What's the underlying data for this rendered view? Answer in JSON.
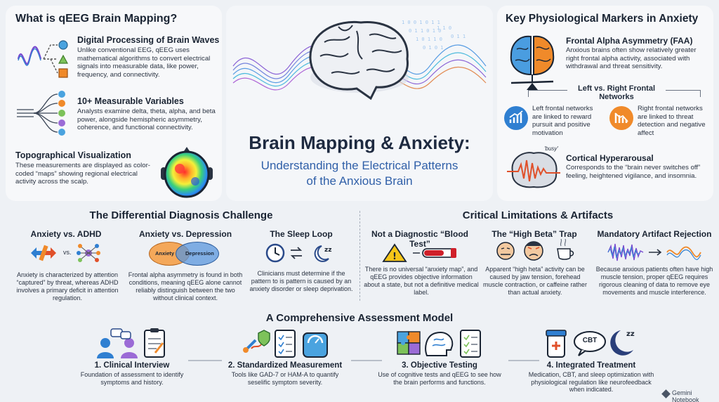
{
  "left_panel": {
    "title": "What is qEEG Brain Mapping?",
    "items": [
      {
        "title": "Digital Processing of Brain Waves",
        "desc": "Unlike conventional EEG, qEEG uses mathematical algorithms to convert electrical signals into measurable data, like power, frequency, and connectivity."
      },
      {
        "title": "10+ Measurable Variables",
        "desc": "Analysts examine delta, theta, alpha, and beta power, alongside hemispheric asymmetry, coherence, and functional connectivity."
      },
      {
        "title": "Topographical Visualization",
        "desc": "These measurements are displayed as color-coded “maps” showing regional electrical activity across the scalp."
      }
    ]
  },
  "hero": {
    "title": "Brain Mapping & Anxiety:",
    "subtitle_line1": "Understanding the Electrical Patterns",
    "subtitle_line2": "of the Anxious Brain"
  },
  "right_panel": {
    "title": "Key Physiological Markers in Anxiety",
    "faa_title": "Frontal Alpha Asymmetry (FAA)",
    "faa_desc": "Anxious brains often show relatively greater right frontal alpha activity, associated with withdrawal and threat sensitivity.",
    "networks_title": "Left vs. Right Frontal Networks",
    "left_network": "Left frontal networks are linked to reward pursuit and positive motivation",
    "right_network": "Right frontal networks are linked to threat detection and negative affect",
    "busy_label": "'busy'",
    "hyper_title": "Cortical Hyperarousal",
    "hyper_desc": "Corresponds to the “brain never switches off” feeling, heightened vigilance, and insomnia."
  },
  "differential": {
    "title": "The Differential Diagnosis Challenge",
    "cols": [
      {
        "title": "Anxiety vs. ADHD",
        "desc": "Anxiety is characterized by attention “captured” by threat, whereas ADHD involves a primary deficit in attention regulation."
      },
      {
        "title": "Anxiety vs. Depression",
        "desc": "Frontal alpha asymmetry is found in both conditions, meaning qEEG alone cannot reliably distinguish between the two without clinical context."
      },
      {
        "title": "The Sleep Loop",
        "desc": "Clinicians must determine if the pattern to is pattern is caused by an anxiety disorder or sleep deprivation."
      }
    ],
    "vs_label": "vs.",
    "venn_left": "Anxiety",
    "venn_right": "Depression"
  },
  "limitations": {
    "title": "Critical Limitations & Artifacts",
    "cols": [
      {
        "title": "Not a Diagnostic “Blood Test”",
        "desc": "There is no universal “anxiety map”, and qEEG provides objective information about a state, but not a definitive medical label."
      },
      {
        "title": "The “High Beta” Trap",
        "desc": "Apparent “high heta” activity can be caused by jaw tension, forehead muscle contraction, or caffeine rather than actual anxiety."
      },
      {
        "title": "Mandatory Artifact Rejection",
        "desc": "Because anxious patients often have high muscle tension, proper qEEG requires rigorous cleaning of data to remove eye movements and muscle interference."
      }
    ]
  },
  "assessment": {
    "title": "A Comprehensive Assessment Model",
    "steps": [
      {
        "title": "1. Clinical Interview",
        "desc": "Foundation of assessment to identify symptoms and history."
      },
      {
        "title": "2. Standardized Measurement",
        "desc": "Tools like GAD-7 or HAM-A to quantify seselific symptom severity."
      },
      {
        "title": "3. Objective Testing",
        "desc": "Use of cognitive tests and qEEG to see how the brain performs and functions."
      },
      {
        "title": "4. Integrated Treatment",
        "desc": "Medication, CBT, and sleep optimization with physiological regulation like neurofeedback when indicated."
      }
    ],
    "cbt_label": "CBT"
  },
  "watermark": "Gemini Notebook",
  "colors": {
    "accent_blue": "#2f7fd1",
    "accent_orange": "#f08a2a",
    "dark_text": "#1a2433",
    "panel_bg": "#f7f8fa"
  }
}
